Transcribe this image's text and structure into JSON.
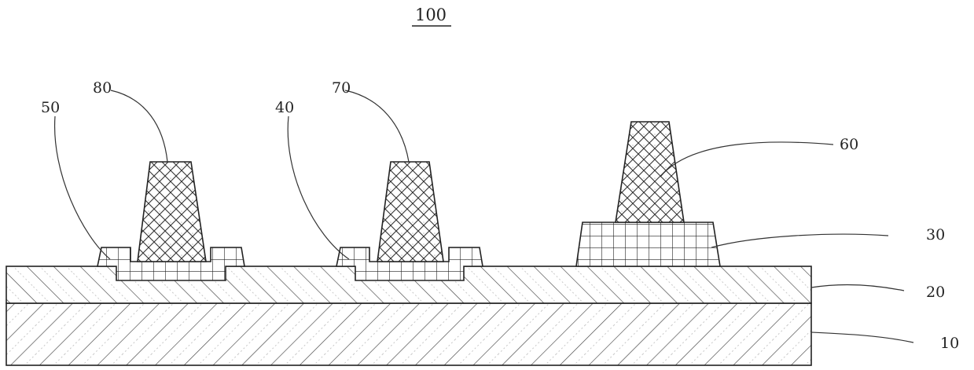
{
  "figure": {
    "title": "100",
    "labels": {
      "l10": "10",
      "l20": "20",
      "l30": "30",
      "l40": "40",
      "l50": "50",
      "l60": "60",
      "l70": "70",
      "l80": "80"
    }
  }
}
